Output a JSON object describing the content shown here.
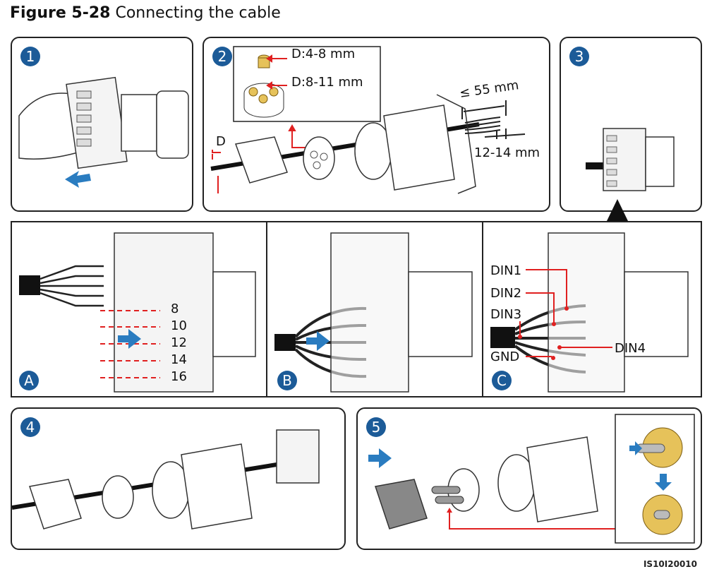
{
  "figure": {
    "number": "Figure 5-28",
    "title": "Connecting the cable"
  },
  "steps": [
    "1",
    "2",
    "3",
    "4",
    "5"
  ],
  "substeps": [
    "A",
    "B",
    "C"
  ],
  "step2": {
    "d_small": "D:4-8 mm",
    "d_large": "D:8-11 mm",
    "d_label": "D",
    "strip_length": "≤ 55 mm",
    "strip_end": "12-14 mm"
  },
  "stepA": {
    "pins": [
      "8",
      "10",
      "12",
      "14",
      "16"
    ]
  },
  "stepC": {
    "labels": {
      "din1": "DIN1",
      "din2": "DIN2",
      "din3": "DIN3",
      "din4": "DIN4",
      "gnd": "GND"
    }
  },
  "footer_code": "IS10I20010",
  "colors": {
    "badge": "#1c5b98",
    "arrow": "#2a7cc0",
    "callout": "#e02020",
    "seal": "#e6c25a"
  }
}
